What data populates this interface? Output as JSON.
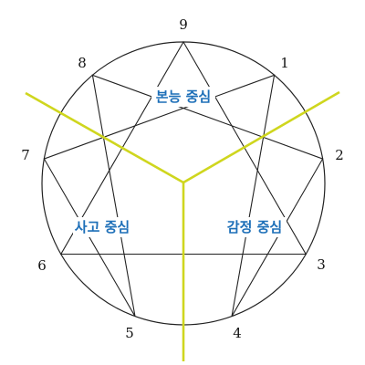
{
  "colors": {
    "background": "#ffffff",
    "line": "#222222",
    "divider": "#cfd61e",
    "label": "#1d6fb8",
    "label_bg": "#ffffff"
  },
  "points": [
    {
      "id": 9,
      "label": "9"
    },
    {
      "id": 1,
      "label": "1"
    },
    {
      "id": 2,
      "label": "2"
    },
    {
      "id": 3,
      "label": "3"
    },
    {
      "id": 4,
      "label": "4"
    },
    {
      "id": 5,
      "label": "5"
    },
    {
      "id": 6,
      "label": "6"
    },
    {
      "id": 7,
      "label": "7"
    },
    {
      "id": 8,
      "label": "8"
    }
  ],
  "centers": {
    "instinct": "본능 중심",
    "thinking": "사고 중심",
    "feeling": "감정 중심"
  }
}
